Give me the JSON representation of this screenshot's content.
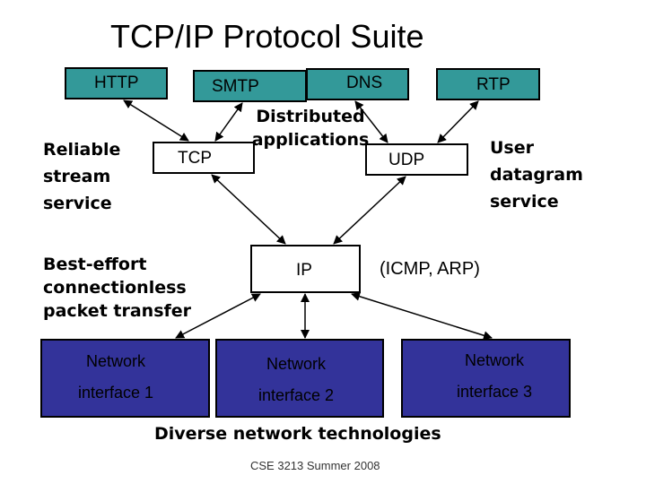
{
  "title": "TCP/IP Protocol Suite",
  "apps": {
    "http": "HTTP",
    "smtp": "SMTP",
    "dns": "DNS",
    "rtp": "RTP"
  },
  "distributed": [
    "Distributed",
    "applications"
  ],
  "transport": {
    "tcp": "TCP",
    "udp": "UDP"
  },
  "reliable": [
    "Reliable",
    "stream",
    "service"
  ],
  "user_datagram": [
    "User",
    "datagram",
    "service"
  ],
  "best_effort": [
    "Best-effort",
    "connectionless",
    "packet transfer"
  ],
  "ip": "IP",
  "icmp_arp": "(ICMP, ARP)",
  "interfaces": [
    {
      "line1": "Network",
      "line2": "interface 1"
    },
    {
      "line1": "Network",
      "line2": "interface 2"
    },
    {
      "line1": "Network",
      "line2": "interface 3"
    }
  ],
  "diverse": "Diverse network technologies",
  "footer": "CSE 3213 Summer 2008",
  "colors": {
    "app_box": "#339999",
    "interface_box": "#33339a",
    "transport_box": "#ffffff"
  }
}
